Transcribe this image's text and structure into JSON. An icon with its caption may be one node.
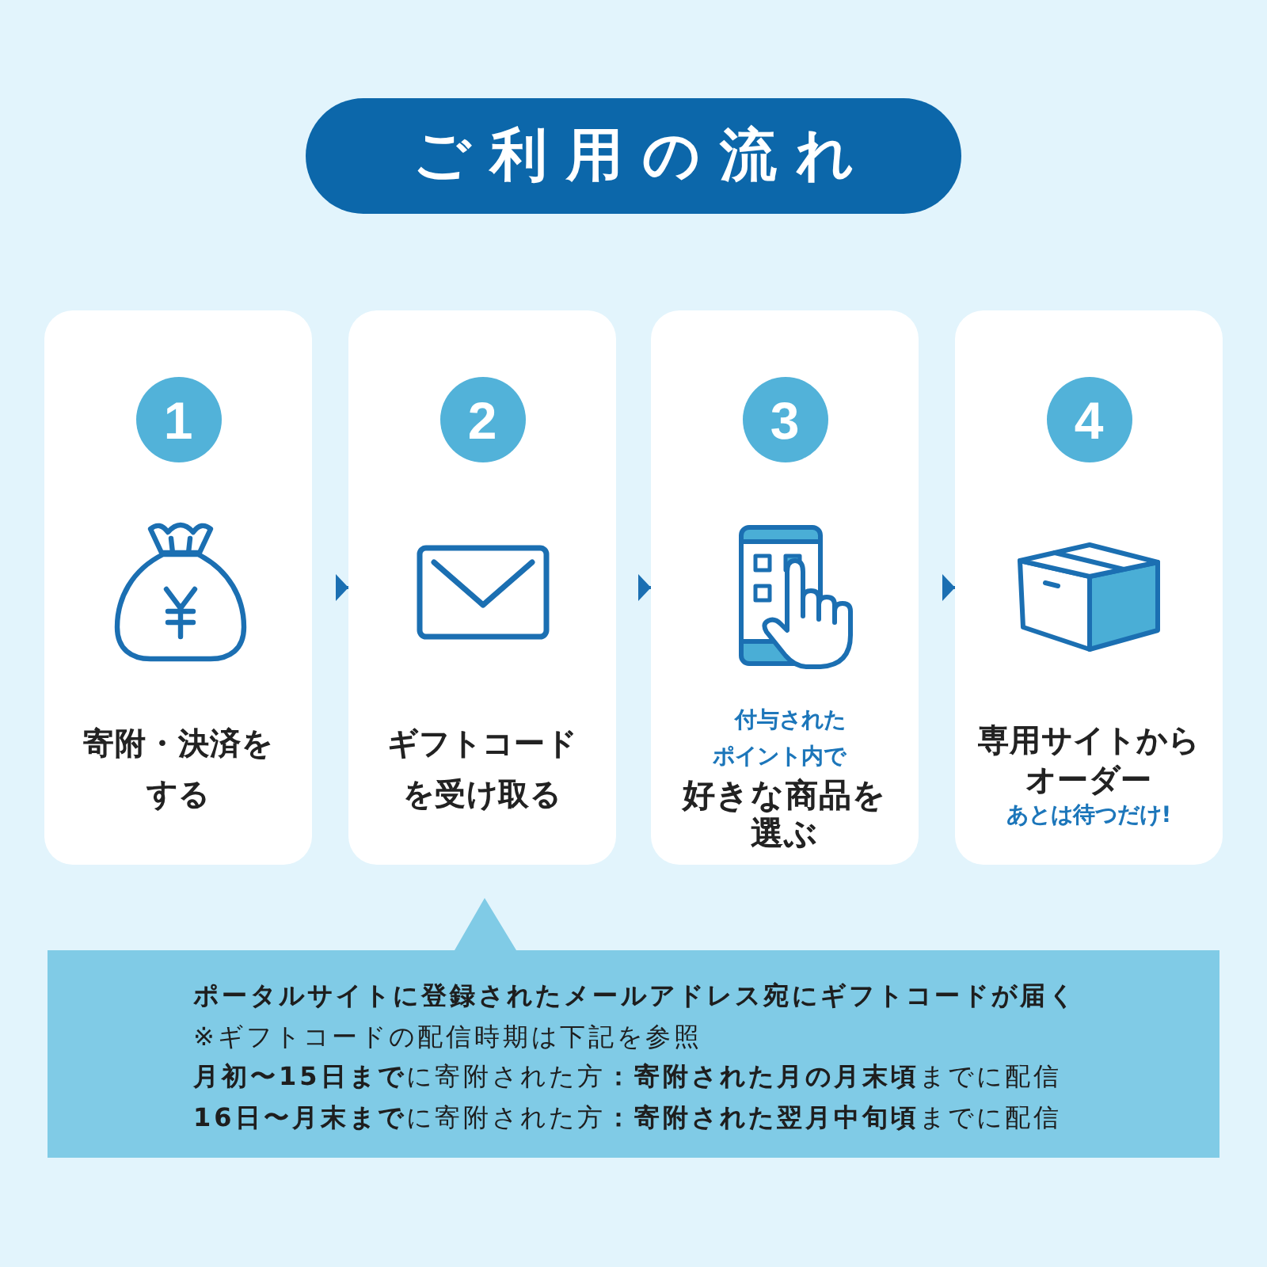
{
  "diagram": {
    "title": "ご利用の流れ",
    "nodes": [
      {
        "text": [
          "寄附・決済をする"
        ]
      },
      {
        "text": [
          "1"
        ],
        "in": 0
      },
      {
        "text": [
          "ギフトコードを受け取る"
        ]
      },
      {
        "text": [
          "2"
        ],
        "in": 2
      },
      {
        "text": [
          "付与されたポイント内で",
          "好きな商品を選ぶ"
        ]
      },
      {
        "text": [
          "3"
        ],
        "in": 4
      },
      {
        "text": [
          "専用サイトからオーダー",
          "あとは待つだけ!"
        ]
      },
      {
        "text": [
          "4"
        ],
        "in": 6
      },
      {
        "text": [
          "ポータルサイトに登録されたメールアドレス宛にギフトコードが届く",
          "※ギフトコードの配信時期は下記を参照",
          "**月初〜15日まで**に寄附された方**：寄附された月の月末頃**までに配信",
          "**16日〜月末まで**に寄附された方**：寄附された翌月中旬頃**までに配信"
        ]
      }
    ],
    "edges": [
      {
        "from": 0,
        "to": 2,
        "arrow": "to"
      },
      {
        "from": 2,
        "to": 4,
        "arrow": "to"
      },
      {
        "from": 4,
        "to": 6,
        "arrow": "to"
      }
    ]
  }
}
